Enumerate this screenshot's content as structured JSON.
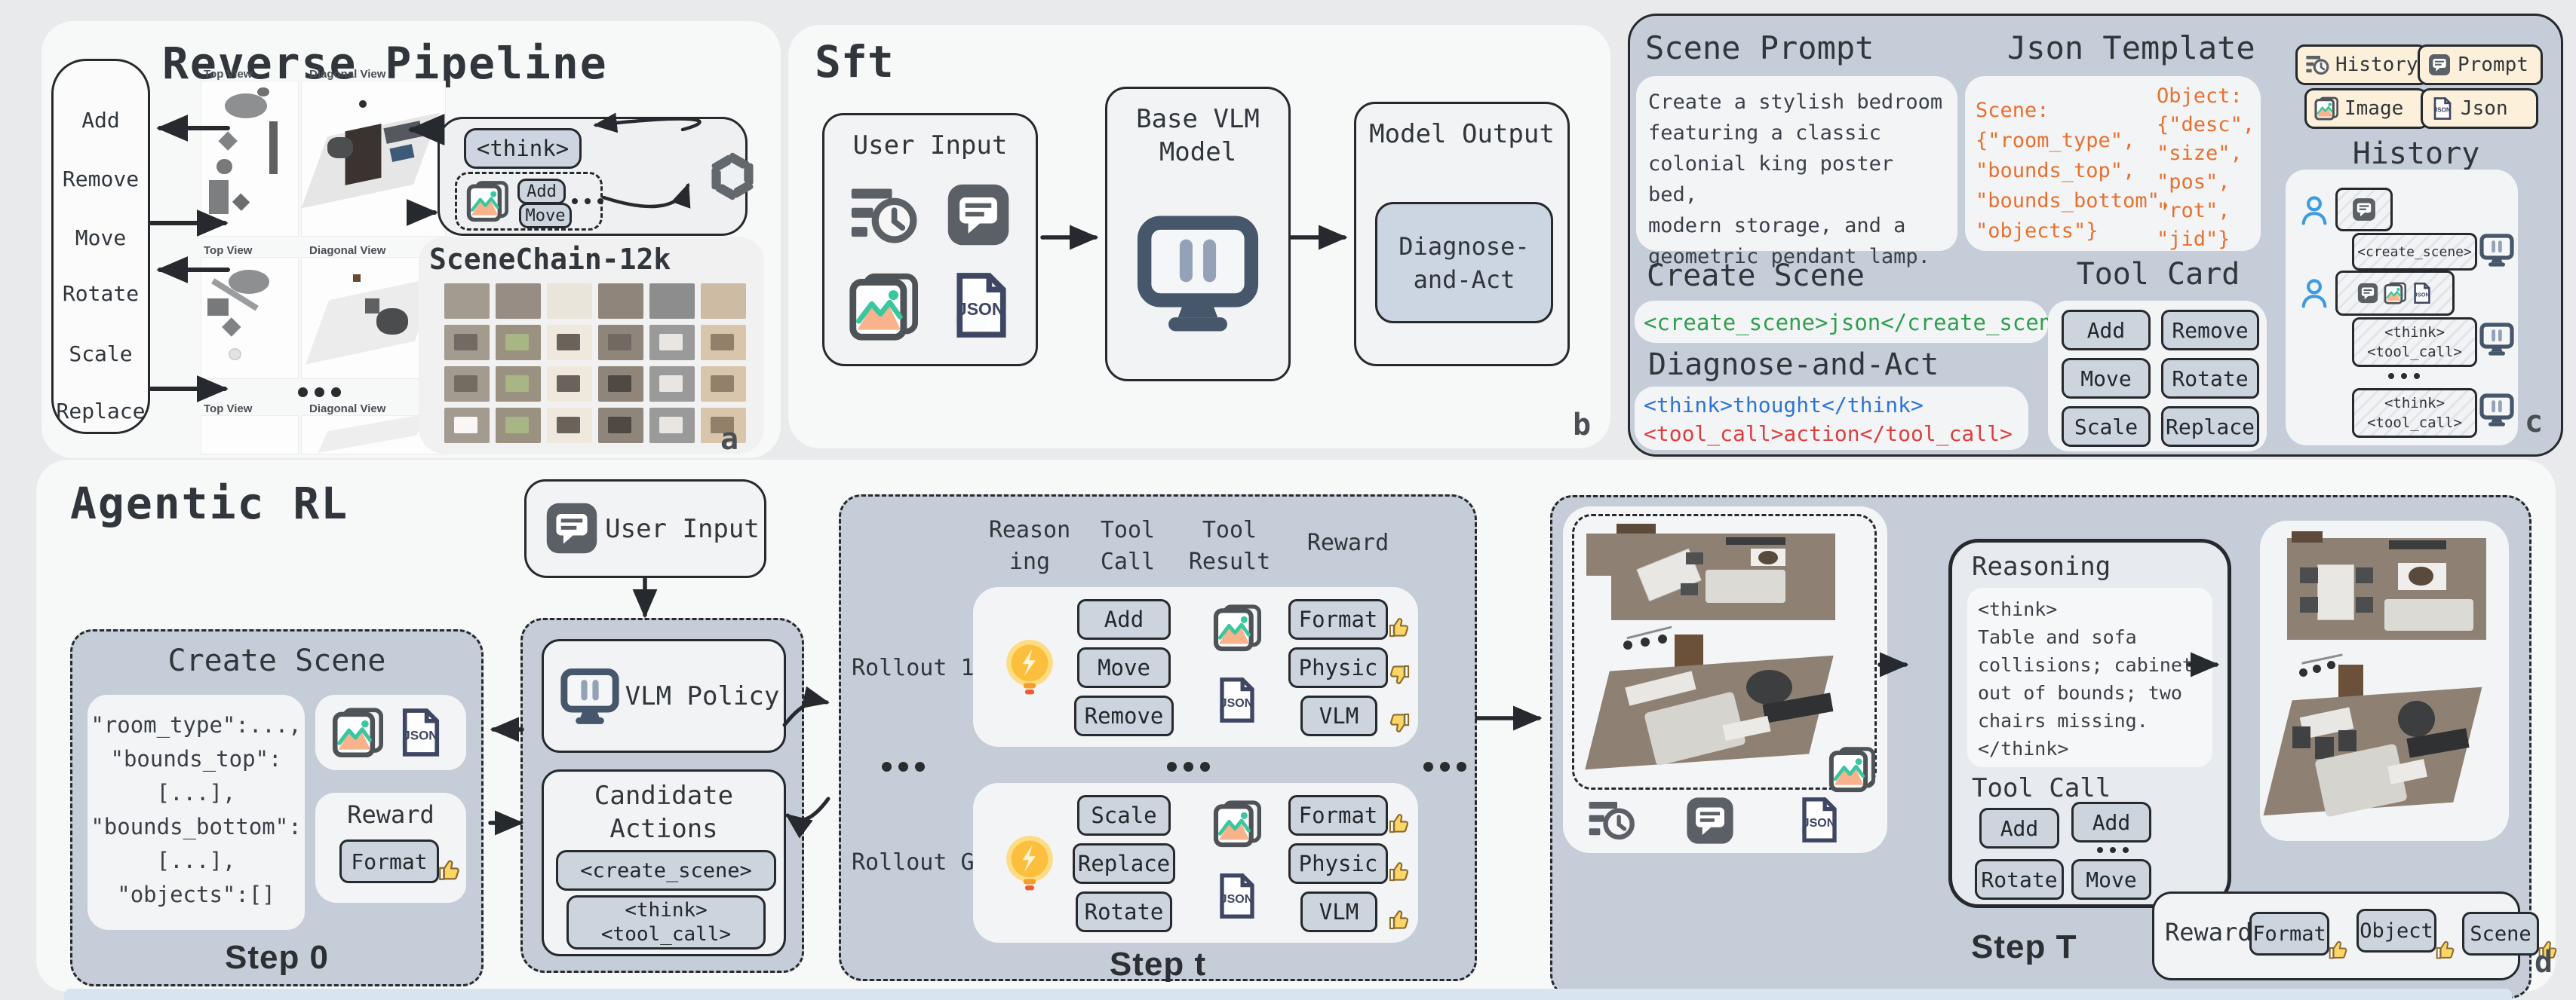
{
  "colors": {
    "accent_orange": "#e8702f",
    "accent_green": "#2f9e4f",
    "accent_blue": "#2e74d6",
    "accent_red": "#dd3f3f",
    "panel_blue": "#c5ced8",
    "chip_beige": "#fdf0da",
    "chip_gray": "#ccd4dd"
  },
  "panel_a": {
    "label": "a",
    "title": "Reverse Pipeline",
    "ops": [
      "Add",
      "Remove",
      "Move",
      "Rotate",
      "Scale",
      "Replace"
    ],
    "views": {
      "top": "Top View",
      "diagonal": "Diagonal View"
    },
    "gpt": {
      "think": "<think>",
      "chip_add": "Add",
      "chip_move": "Move"
    },
    "scenechain": {
      "title": "SceneChain-12k",
      "tiles": [
        {
          "bg": "#a39a90"
        },
        {
          "bg": "#978d84"
        },
        {
          "bg": "#eae5da"
        },
        {
          "bg": "#8f857b"
        },
        {
          "bg": "#8d8d8d"
        },
        {
          "bg": "#cdbba4"
        },
        {
          "bg": "#a39a90",
          "accent": "#6f675f"
        },
        {
          "bg": "#9a9181",
          "accent": "#a9b885"
        },
        {
          "bg": "#efe9dd",
          "accent": "#5f574f"
        },
        {
          "bg": "#8f857b",
          "accent": "#6f675f"
        },
        {
          "bg": "#9a9a9a",
          "accent": "#f0ede8"
        },
        {
          "bg": "#d9c5ab",
          "accent": "#8c7a64"
        },
        {
          "bg": "#a39a90",
          "accent": "#70685f"
        },
        {
          "bg": "#9a9181",
          "accent": "#a9b885"
        },
        {
          "bg": "#efe9dd",
          "accent": "#5f574f"
        },
        {
          "bg": "#8f857b",
          "accent": "#4a443e"
        },
        {
          "bg": "#9a9a9a",
          "accent": "#f0ede8"
        },
        {
          "bg": "#d9c5ab",
          "accent": "#8c7a64"
        },
        {
          "bg": "#a39a90",
          "accent": "#ffffff"
        },
        {
          "bg": "#9a9181",
          "accent": "#a9b885"
        },
        {
          "bg": "#efe9dd",
          "accent": "#5f574f"
        },
        {
          "bg": "#8f857b",
          "accent": "#4a443e"
        },
        {
          "bg": "#9a9a9a",
          "accent": "#f0ede8"
        },
        {
          "bg": "#d9c5ab",
          "accent": "#8c7a64"
        }
      ]
    }
  },
  "panel_b": {
    "label": "b",
    "title": "Sft",
    "user_input": {
      "title": "User Input"
    },
    "base_vlm": {
      "title": "Base VLM\nModel"
    },
    "model_output": {
      "title": "Model Output",
      "result": "Diagnose-\nand-Act"
    }
  },
  "panel_c": {
    "label": "c",
    "scene_prompt": {
      "title": "Scene Prompt",
      "text": "Create a stylish bedroom\nfeaturing a classic\ncolonial king poster bed,\nmodern storage, and a\ngeometric pendant lamp."
    },
    "json_template": {
      "title": "Json Template",
      "scene": "Scene:\n{\"room_type\",\n\"bounds_top\",\n\"bounds_bottom\",\n\"objects\"}",
      "object": "Object:\n{\"desc\",\n\"size\",\n\"pos\",\n\"rot\",\n\"jid\"}"
    },
    "buttons": [
      {
        "label": "History"
      },
      {
        "label": "Prompt"
      },
      {
        "label": "Image"
      },
      {
        "label": "Json"
      }
    ],
    "create_scene": {
      "title": "Create Scene",
      "code": "<create_scene>json</create_scene>"
    },
    "diagnose": {
      "title": "Diagnose-and-Act",
      "think_line": "<think>thought</think>",
      "tool_line": "<tool_call>action</tool_call>"
    },
    "tool_card": {
      "title": "Tool Card",
      "buttons": [
        "Add",
        "Remove",
        "Move",
        "Rotate",
        "Scale",
        "Replace"
      ]
    },
    "history": {
      "title": "History",
      "create_scene_chip": "<create_scene>",
      "think_tool_chip": "<think>\n<tool_call>"
    }
  },
  "panel_d": {
    "label": "d",
    "title": "Agentic RL",
    "user_input": "User Input",
    "vlm_policy": "VLM Policy",
    "candidate": {
      "title": "Candidate\nActions",
      "create_scene": "<create_scene>",
      "think_tool": "<think>\n<tool_call>"
    },
    "step0": {
      "title": "Create Scene",
      "json": "\"room_type\":...,\n\"bounds_top\":\n[...],\n\"bounds_bottom\":\n[...],\n\"objects\":[]",
      "reward_title": "Reward",
      "reward_chip": "Format",
      "step": "Step 0"
    },
    "step_t": {
      "headers": [
        "Reason\ning",
        "Tool\nCall",
        "Tool\nResult",
        "Reward"
      ],
      "rollouts": [
        {
          "label": "Rollout 1",
          "tools": [
            "Add",
            "Move",
            "Remove"
          ],
          "rewards": [
            {
              "name": "Format",
              "thumb": "up"
            },
            {
              "name": "Physic",
              "thumb": "down"
            },
            {
              "name": "VLM",
              "thumb": "down"
            }
          ]
        },
        {
          "label": "Rollout G",
          "tools": [
            "Scale",
            "Replace",
            "Rotate"
          ],
          "rewards": [
            {
              "name": "Format",
              "thumb": "up"
            },
            {
              "name": "Physic",
              "thumb": "up"
            },
            {
              "name": "VLM",
              "thumb": "up"
            }
          ]
        }
      ],
      "step": "Step t"
    },
    "step_T": {
      "reasoning_title": "Reasoning",
      "think": "<think>\nTable and sofa\ncollisions; cabinet\nout of bounds; two\nchairs missing.\n</think>",
      "tool_call_title": "Tool Call",
      "tools": [
        "Add",
        "Add",
        "Rotate",
        "Move"
      ],
      "step": "Step T",
      "reward": {
        "title": "Reward",
        "chips": [
          {
            "name": "Format",
            "thumb": "up"
          },
          {
            "name": "Object",
            "thumb": "up"
          },
          {
            "name": "Scene",
            "thumb": "up"
          }
        ]
      }
    }
  }
}
